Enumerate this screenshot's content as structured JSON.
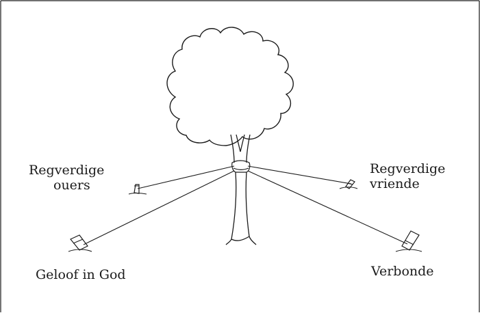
{
  "diagram": {
    "labels": {
      "top_left": [
        "Regverdige",
        "ouers"
      ],
      "top_right": [
        "Regverdige",
        "vriende"
      ],
      "bottom_left": "Geloof in God",
      "bottom_right": "Verbonde"
    },
    "colors": {
      "line": "#1a1a1a",
      "background": "#ffffff"
    },
    "icons": [
      "tree-icon",
      "stake-icon"
    ]
  }
}
